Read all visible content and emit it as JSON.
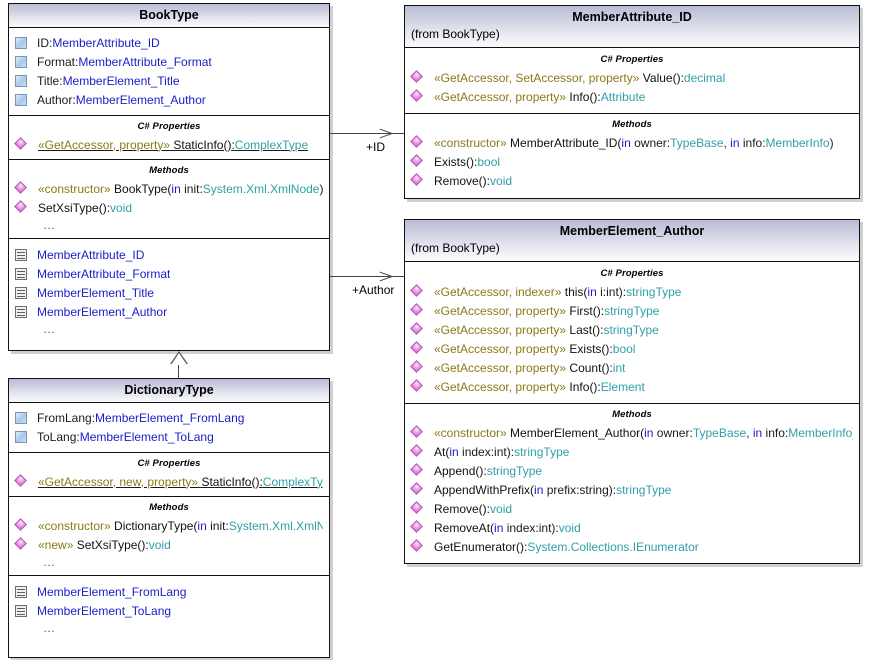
{
  "diagram": {
    "kind": "uml-class-diagram",
    "section_labels": {
      "properties": "C# Properties",
      "methods": "Methods"
    },
    "ellipsis": "…",
    "colors": {
      "header_top": "#b9bcd6",
      "header_bottom": "#fbfbfd",
      "border": "#111111",
      "stereotype": "#8a7a16",
      "type": "#2f9fa8",
      "name_link": "#1b1bc8",
      "connector": "#444444",
      "operation_icon": "#d25fd0",
      "attribute_icon": "#a9c8e8"
    }
  },
  "classes": {
    "book_type": {
      "name": "BookType",
      "attributes": [
        {
          "icon": "attribute-icon",
          "name": "ID:",
          "type": "MemberAttribute_ID"
        },
        {
          "icon": "attribute-icon",
          "name": "Format:",
          "type": "MemberAttribute_Format"
        },
        {
          "icon": "attribute-icon",
          "name": "Title:",
          "type": "MemberElement_Title"
        },
        {
          "icon": "attribute-icon",
          "name": "Author:",
          "type": "MemberElement_Author"
        }
      ],
      "properties_label": "C# Properties",
      "properties": [
        {
          "icon": "operation-icon",
          "stereotype": "«GetAccessor, property»",
          "name": "StaticInfo():",
          "type": "ComplexType",
          "static": true
        }
      ],
      "methods_label": "Methods",
      "methods": [
        {
          "icon": "operation-icon",
          "stereotype": "«constructor»",
          "name": "BookType(",
          "param_kw": "in",
          "param": " init:",
          "param_type": "System.Xml.XmlNode",
          "close": ")"
        },
        {
          "icon": "operation-icon",
          "stereotype": "",
          "name": "SetXsiType():",
          "type": "void"
        }
      ],
      "methods_more": "…",
      "inner_classes": [
        {
          "icon": "inner-class-icon",
          "name": "MemberAttribute_ID"
        },
        {
          "icon": "inner-class-icon",
          "name": "MemberAttribute_Format"
        },
        {
          "icon": "inner-class-icon",
          "name": "MemberElement_Title"
        },
        {
          "icon": "inner-class-icon",
          "name": "MemberElement_Author"
        }
      ],
      "inner_more": "…"
    },
    "dictionary_type": {
      "name": "DictionaryType",
      "attributes": [
        {
          "icon": "attribute-icon",
          "name": "FromLang:",
          "type": "MemberElement_FromLang"
        },
        {
          "icon": "attribute-icon",
          "name": "ToLang:",
          "type": "MemberElement_ToLang"
        }
      ],
      "properties_label": "C# Properties",
      "properties": [
        {
          "icon": "operation-icon",
          "stereotype": "«GetAccessor, new, property»",
          "name": "StaticInfo():",
          "type": "ComplexType",
          "static": true
        }
      ],
      "methods_label": "Methods",
      "methods": [
        {
          "icon": "operation-icon",
          "stereotype": "«constructor»",
          "name": "DictionaryType(",
          "param_kw": "in",
          "param": " init:",
          "param_type": "System.Xml.XmlNode",
          "close": ")"
        },
        {
          "icon": "operation-icon",
          "stereotype": "«new»",
          "name": "SetXsiType():",
          "type": "void"
        }
      ],
      "methods_more": "…",
      "inner_classes": [
        {
          "icon": "inner-class-icon",
          "name": "MemberElement_FromLang"
        },
        {
          "icon": "inner-class-icon",
          "name": "MemberElement_ToLang"
        }
      ],
      "inner_more": "…"
    },
    "member_attribute_id": {
      "name": "MemberAttribute_ID",
      "from": "(from BookType)",
      "properties_label": "C# Properties",
      "properties": [
        {
          "icon": "operation-icon",
          "stereotype": "«GetAccessor, SetAccessor, property»",
          "name": "Value():",
          "type": "decimal"
        },
        {
          "icon": "operation-icon",
          "stereotype": "«GetAccessor, property»",
          "name": "Info():",
          "type": "Attribute"
        }
      ],
      "methods_label": "Methods",
      "methods": [
        {
          "icon": "operation-icon",
          "stereotype": "«constructor»",
          "name": "MemberAttribute_ID(",
          "param_kw": "in",
          "param": " owner:",
          "param_type": "TypeBase",
          "sep": ", ",
          "param_kw2": "in",
          "param2": " info:",
          "param_type2": "MemberInfo",
          "close": ")"
        },
        {
          "icon": "operation-icon",
          "stereotype": "",
          "name": "Exists():",
          "type": "bool"
        },
        {
          "icon": "operation-icon",
          "stereotype": "",
          "name": "Remove():",
          "type": "void"
        }
      ]
    },
    "member_element_author": {
      "name": "MemberElement_Author",
      "from": "(from BookType)",
      "properties_label": "C# Properties",
      "properties": [
        {
          "icon": "operation-icon",
          "stereotype": "«GetAccessor, indexer»",
          "name": "this(",
          "param_kw": "in",
          "param": " i:int",
          "close": "):",
          "type": "stringType"
        },
        {
          "icon": "operation-icon",
          "stereotype": "«GetAccessor, property»",
          "name": "First():",
          "type": "stringType"
        },
        {
          "icon": "operation-icon",
          "stereotype": "«GetAccessor, property»",
          "name": "Last():",
          "type": "stringType"
        },
        {
          "icon": "operation-icon",
          "stereotype": "«GetAccessor, property»",
          "name": "Exists():",
          "type": "bool"
        },
        {
          "icon": "operation-icon",
          "stereotype": "«GetAccessor, property»",
          "name": "Count():",
          "type": "int"
        },
        {
          "icon": "operation-icon",
          "stereotype": "«GetAccessor, property»",
          "name": "Info():",
          "type": "Element"
        }
      ],
      "methods_label": "Methods",
      "methods": [
        {
          "icon": "operation-icon",
          "stereotype": "«constructor»",
          "name": "MemberElement_Author(",
          "param_kw": "in",
          "param": " owner:",
          "param_type": "TypeBase",
          "sep": ", ",
          "param_kw2": "in",
          "param2": " info:",
          "param_type2": "MemberInfo",
          "close": ")"
        },
        {
          "icon": "operation-icon",
          "stereotype": "",
          "name": "At(",
          "param_kw": "in",
          "param": " index:int",
          "close": "):",
          "type": "stringType"
        },
        {
          "icon": "operation-icon",
          "stereotype": "",
          "name": "Append():",
          "type": "stringType"
        },
        {
          "icon": "operation-icon",
          "stereotype": "",
          "name": "AppendWithPrefix(",
          "param_kw": "in",
          "param": " prefix:string",
          "close": "):",
          "type": "stringType"
        },
        {
          "icon": "operation-icon",
          "stereotype": "",
          "name": "Remove():",
          "type": "void"
        },
        {
          "icon": "operation-icon",
          "stereotype": "",
          "name": "RemoveAt(",
          "param_kw": "in",
          "param": " index:int",
          "close": "):",
          "type": "void"
        },
        {
          "icon": "operation-icon",
          "stereotype": "",
          "name": "GetEnumerator():",
          "type": "System.Collections.IEnumerator"
        }
      ]
    }
  },
  "connectors": [
    {
      "id": "assoc-id",
      "label": "+ID",
      "from": "BookType",
      "to": "MemberAttribute_ID",
      "type": "association"
    },
    {
      "id": "assoc-author",
      "label": "+Author",
      "from": "BookType",
      "to": "MemberElement_Author",
      "type": "association"
    },
    {
      "id": "gen-dictionary",
      "label": "",
      "from": "DictionaryType",
      "to": "BookType",
      "type": "generalization"
    }
  ]
}
